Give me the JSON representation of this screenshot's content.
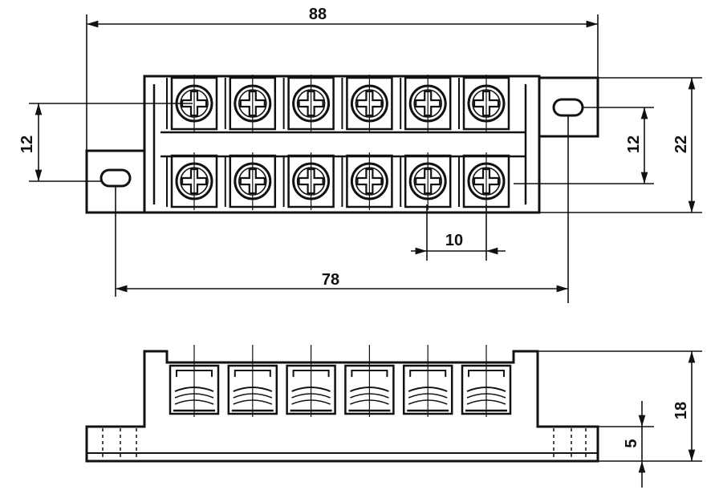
{
  "dimensions": {
    "overall_length": "88",
    "mounting_hole_pitch": "78",
    "terminal_pitch": "10",
    "left_row_spacing": "12",
    "right_row_spacing": "12",
    "overall_width": "22",
    "overall_height": "18",
    "flange_thickness": "5"
  },
  "colors": {
    "ink": "#111111",
    "paper": "#ffffff"
  },
  "terminal_count_per_row": 6
}
